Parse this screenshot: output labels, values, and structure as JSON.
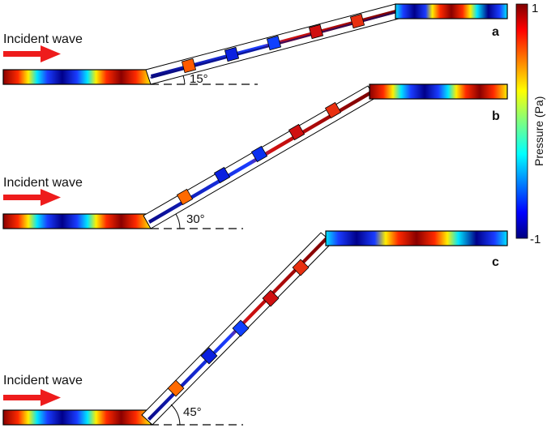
{
  "panels": [
    {
      "letter": "a",
      "incident_label": "Incident wave",
      "angle_label": "15°",
      "angle_deg": 15,
      "unit_cells": 5
    },
    {
      "letter": "b",
      "incident_label": "Incident wave",
      "angle_label": "30°",
      "angle_deg": 30,
      "unit_cells": 5
    },
    {
      "letter": "c",
      "incident_label": "Incident wave",
      "angle_label": "45°",
      "angle_deg": 45,
      "unit_cells": 5
    }
  ],
  "colorbar": {
    "title": "Pressure (Pa)",
    "max_label": "1",
    "min_label": "-1",
    "max": 1,
    "min": -1
  },
  "colors": {
    "arrow": "#ee1c1c",
    "jet": [
      "#00007f",
      "#0000ff",
      "#007fff",
      "#00ffff",
      "#7fff7f",
      "#ffff00",
      "#ff7f00",
      "#ff0000",
      "#7f0000"
    ]
  }
}
